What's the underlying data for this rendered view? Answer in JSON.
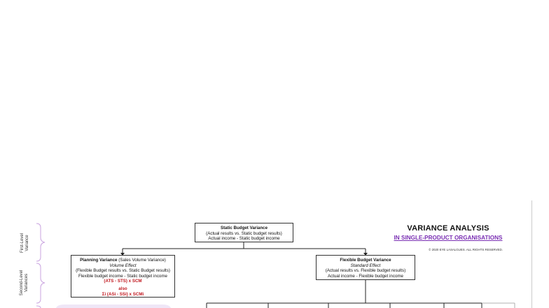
{
  "levels": {
    "first": [
      "First-Level",
      "Variance"
    ],
    "second": [
      "Second-Level",
      "Variances"
    ]
  },
  "static_box": {
    "title": "Static Budget Variance",
    "line1": "(Actual results vs. Static budget results)",
    "line2": "Actual income - Static budget income"
  },
  "planning_box": {
    "title": "Planning Variance",
    "title_suffix": " (Sales Volume Variance)",
    "effect": "Volume Effect",
    "line1": "(Flexible Budget results vs. Static Budget results)",
    "line2": "Flexible budget income - Static budget income",
    "formula1": "(ATS - STS) x SCM",
    "also": "also",
    "formula2": "Σi (ASi - SSi) x SCMi"
  },
  "flexible_box": {
    "title": "Flexible Budget Variance",
    "effect": "Standard Effect",
    "line1": "(Actual results vs. Flexible budget results)",
    "line2": "Actual income - Flexible budget income"
  },
  "heading": {
    "title": "VARIANCE ANALYSIS",
    "subtitle": "IN SINGLE-PRODUCT ORGANISATIONS",
    "copyright": "© 2020 EYE LASALGUES. ALL RIGHTS RESERVED."
  },
  "colors": {
    "accent_purple": "#7a2fb3",
    "formula_red": "#c0161d",
    "bracket_purple": "#c9a3df",
    "bottom_band": "#efe6f7"
  }
}
